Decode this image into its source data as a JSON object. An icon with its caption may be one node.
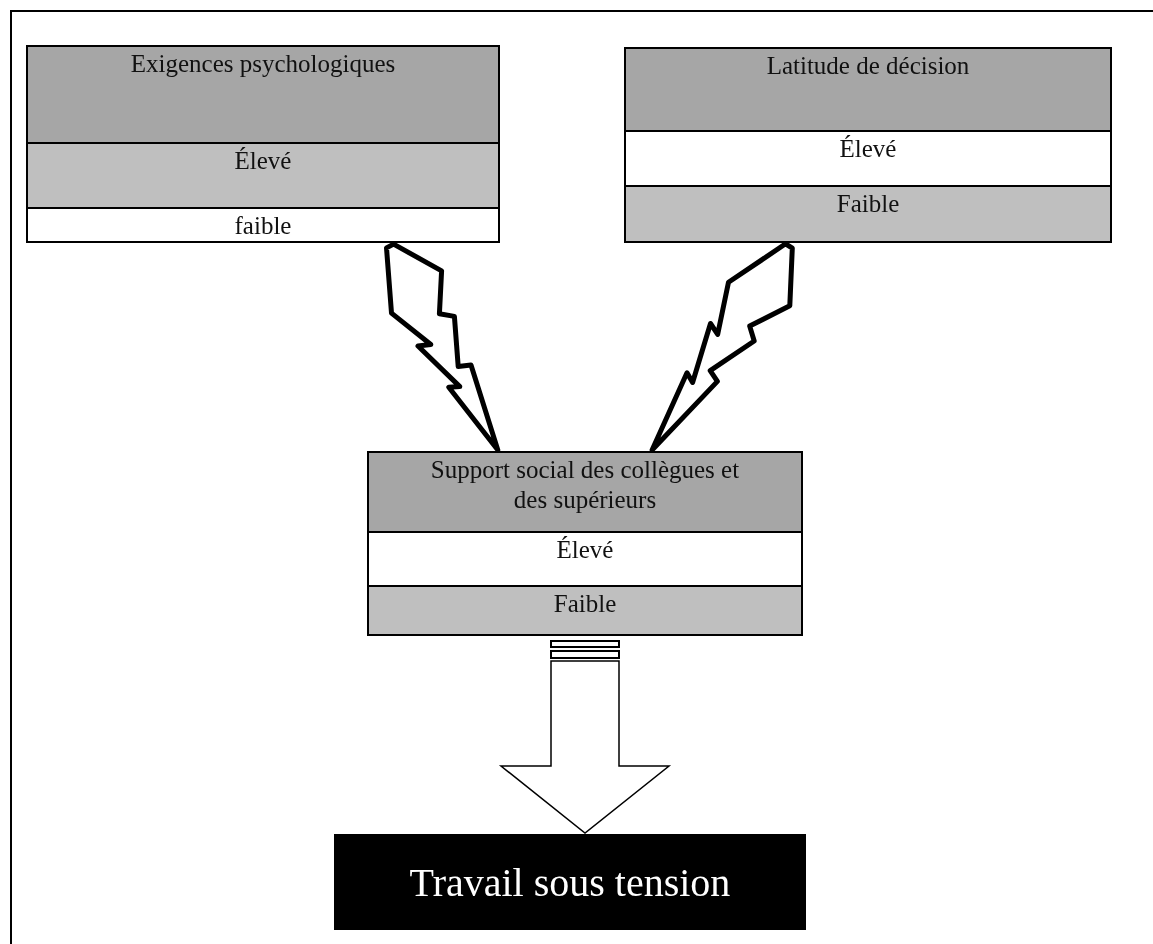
{
  "diagram": {
    "nodes": [
      {
        "text": [
          "Exigences psychologiques"
        ]
      },
      {
        "text": [
          "Élevé"
        ],
        "in": 0
      },
      {
        "text": [
          "faible"
        ],
        "in": 0
      },
      {
        "text": [
          "Latitude de décision"
        ]
      },
      {
        "text": [
          "Élevé"
        ],
        "in": 3
      },
      {
        "text": [
          "Faible"
        ],
        "in": 3
      },
      {
        "text": [
          "Support social des collègues et des supérieurs"
        ]
      },
      {
        "text": [
          "Élevé"
        ],
        "in": 6
      },
      {
        "text": [
          "Faible"
        ],
        "in": 6
      },
      {
        "text": [
          "Travail sous tension"
        ]
      }
    ],
    "edges": [
      {
        "from": 0,
        "to": 6,
        "arrow": "to"
      },
      {
        "from": 3,
        "to": 6,
        "arrow": "to"
      },
      {
        "from": 6,
        "to": 9,
        "arrow": "to",
        "style": "thick"
      }
    ]
  }
}
